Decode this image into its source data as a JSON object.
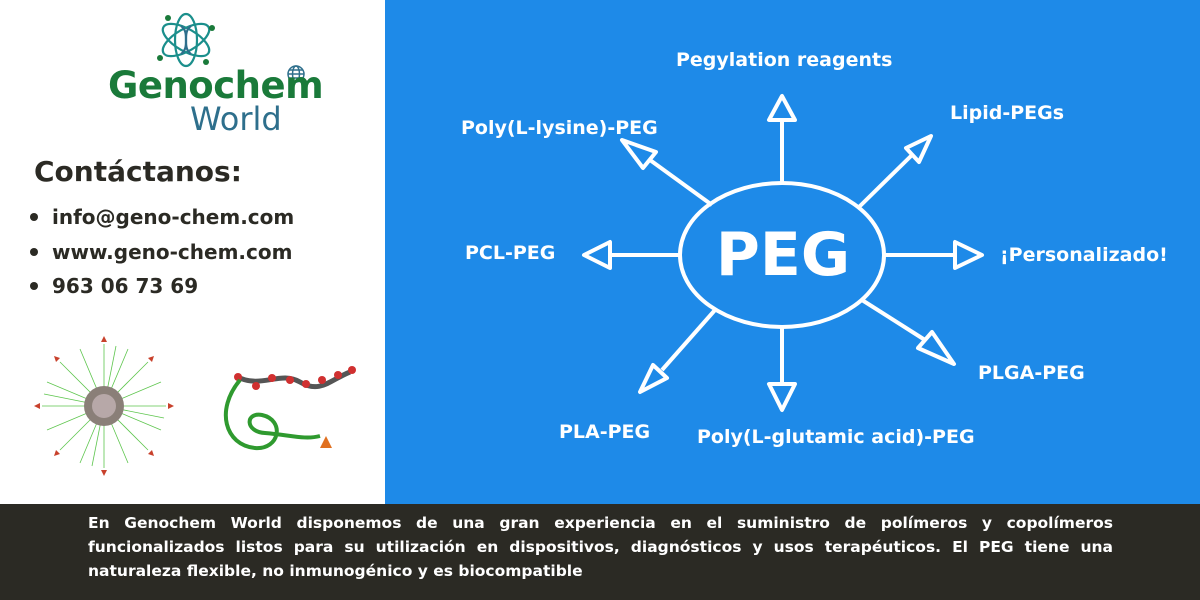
{
  "brand": {
    "line1": "Genochem",
    "line2": "World"
  },
  "contact": {
    "title": "Contáctanos:",
    "items": [
      "info@geno-chem.com",
      "www.geno-chem.com",
      "963 06 73 69"
    ]
  },
  "diagram": {
    "center": "PEG",
    "nodes": [
      "Pegylation reagents",
      "Lipid-PEGs",
      "¡Personalizado!",
      "PLGA-PEG",
      "Poly(L-glutamic acid)-PEG",
      "PLA-PEG",
      "PCL-PEG",
      "Poly(L-lysine)-PEG"
    ]
  },
  "footer": {
    "text": "En Genochem World disponemos de una gran experiencia en el suministro de polímeros y copolímeros funcionalizados listos para su utilización en dispositivos, diagnósticos y usos terapéuticos. El PEG tiene una naturaleza flexible, no inmunogénico y es biocompatible"
  },
  "colors": {
    "panel_blue": "#1e8ae8",
    "brand_green": "#1a7a3a",
    "brand_blue": "#2e6f8c",
    "footer_dark": "#2b2a24"
  }
}
